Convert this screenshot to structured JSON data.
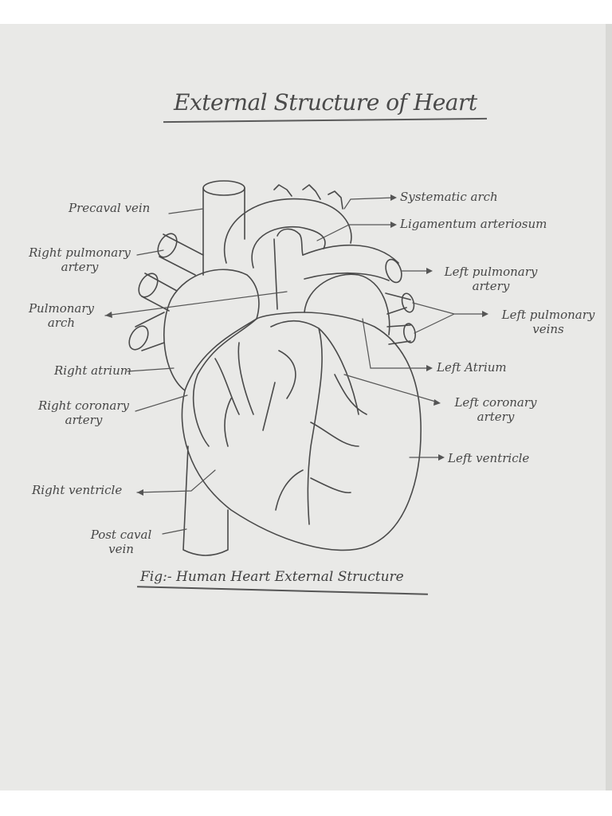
{
  "title": "External Structure of Heart",
  "caption": "Fig:- Human Heart External Structure",
  "labels": {
    "precaval_vein": "Precaval vein",
    "right_pulmonary_artery_1": "Right pulmonary",
    "right_pulmonary_artery_2": "artery",
    "pulmonary_arch_1": "Pulmonary",
    "pulmonary_arch_2": "arch",
    "right_atrium": "Right atrium",
    "right_coronary_artery_1": "Right coronary",
    "right_coronary_artery_2": "artery",
    "right_ventricle": "Right ventricle",
    "post_caval_vein_1": "Post caval",
    "post_caval_vein_2": "vein",
    "systematic_arch": "Systematic arch",
    "ligamentum_arteriosum": "Ligamentum arteriosum",
    "left_pulmonary_artery_1": "Left pulmonary",
    "left_pulmonary_artery_2": "artery",
    "left_pulmonary_veins_1": "Left pulmonary",
    "left_pulmonary_veins_2": "veins",
    "left_atrium": "Left Atrium",
    "left_coronary_artery_1": "Left coronary",
    "left_coronary_artery_2": "artery",
    "left_ventricle": "Left ventricle"
  },
  "colors": {
    "paper": "#e9e9e7",
    "pencil": "#4a4a4a"
  }
}
